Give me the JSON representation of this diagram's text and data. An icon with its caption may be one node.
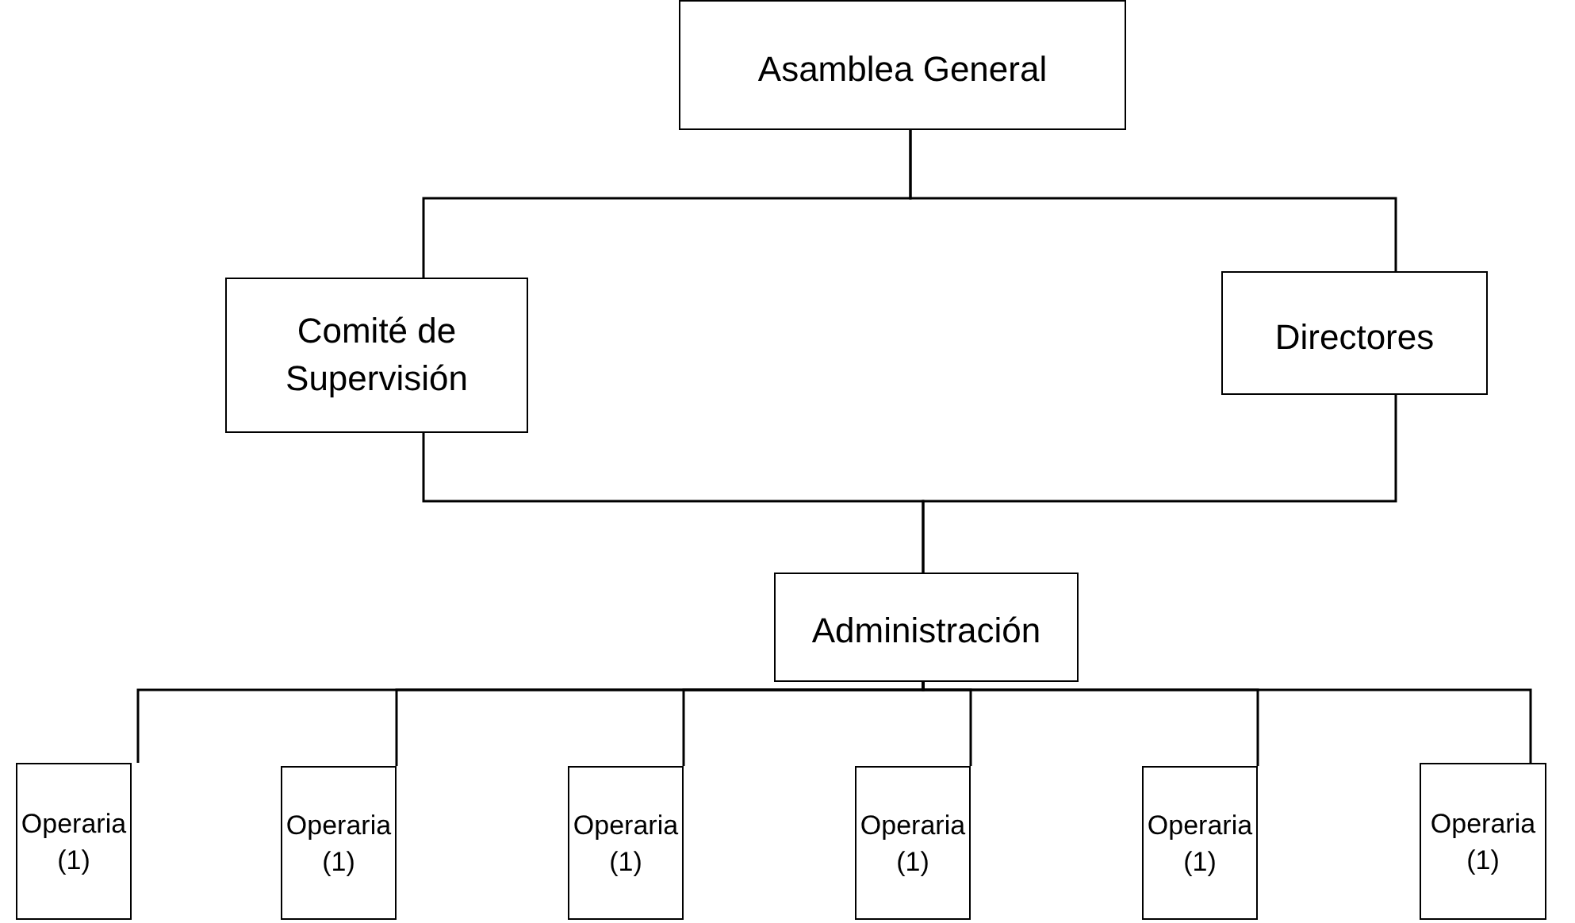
{
  "diagram": {
    "nodes": [
      {
        "text": [
          "Asamblea General"
        ]
      },
      {
        "text": [
          "Comité de Supervisión"
        ]
      },
      {
        "text": [
          "Directores"
        ]
      },
      {
        "text": [
          "Administración"
        ]
      },
      {
        "text": [
          "Operaria (1)"
        ]
      },
      {
        "text": [
          "Operaria (1)"
        ]
      },
      {
        "text": [
          "Operaria (1)"
        ]
      },
      {
        "text": [
          "Operaria (1)"
        ]
      },
      {
        "text": [
          "Operaria (1)"
        ]
      },
      {
        "text": [
          "Operaria (1)"
        ]
      }
    ],
    "edges": [
      {
        "from": 0,
        "to": 1,
        "arrow": "none"
      },
      {
        "from": 0,
        "to": 2,
        "arrow": "none"
      },
      {
        "from": 1,
        "to": 3,
        "arrow": "none"
      },
      {
        "from": 2,
        "to": 3,
        "arrow": "none"
      },
      {
        "from": 3,
        "to": 4,
        "arrow": "none"
      },
      {
        "from": 3,
        "to": 5,
        "arrow": "none"
      },
      {
        "from": 3,
        "to": 6,
        "arrow": "none"
      },
      {
        "from": 3,
        "to": 7,
        "arrow": "none"
      },
      {
        "from": 3,
        "to": 8,
        "arrow": "none"
      },
      {
        "from": 3,
        "to": 9,
        "arrow": "none"
      }
    ]
  }
}
